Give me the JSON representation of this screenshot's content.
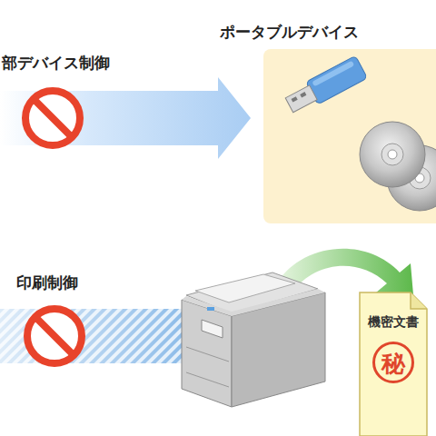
{
  "diagram": {
    "nodes": [
      {
        "text": [
          "ポータブルデバイス"
        ]
      },
      {
        "text": [
          "機密文書",
          "秘"
        ]
      }
    ],
    "labels": [
      "部デバイス制御",
      "印刷制御"
    ]
  }
}
